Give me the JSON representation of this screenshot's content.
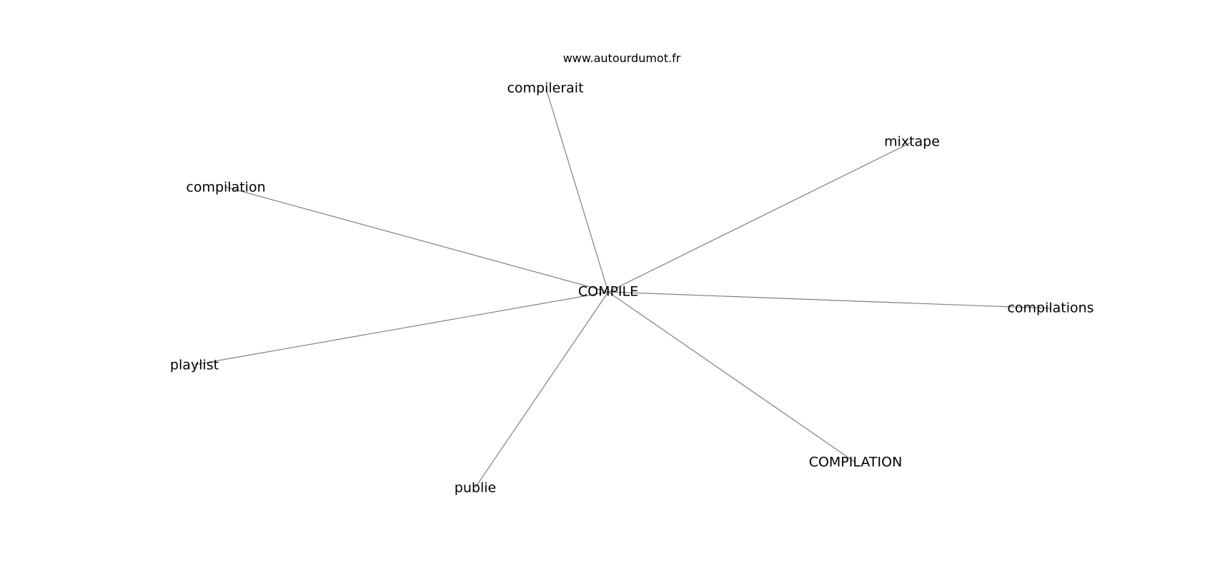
{
  "source": "www.autourdumot.fr",
  "center": {
    "label": "COMPILE"
  },
  "neighbors": [
    {
      "label": "compilerait"
    },
    {
      "label": "mixtape"
    },
    {
      "label": "compilation"
    },
    {
      "label": "compilations"
    },
    {
      "label": "playlist"
    },
    {
      "label": "COMPILATION"
    },
    {
      "label": "publie"
    }
  ],
  "colors": {
    "edge": "#808080",
    "text": "#000000",
    "background": "#ffffff"
  }
}
